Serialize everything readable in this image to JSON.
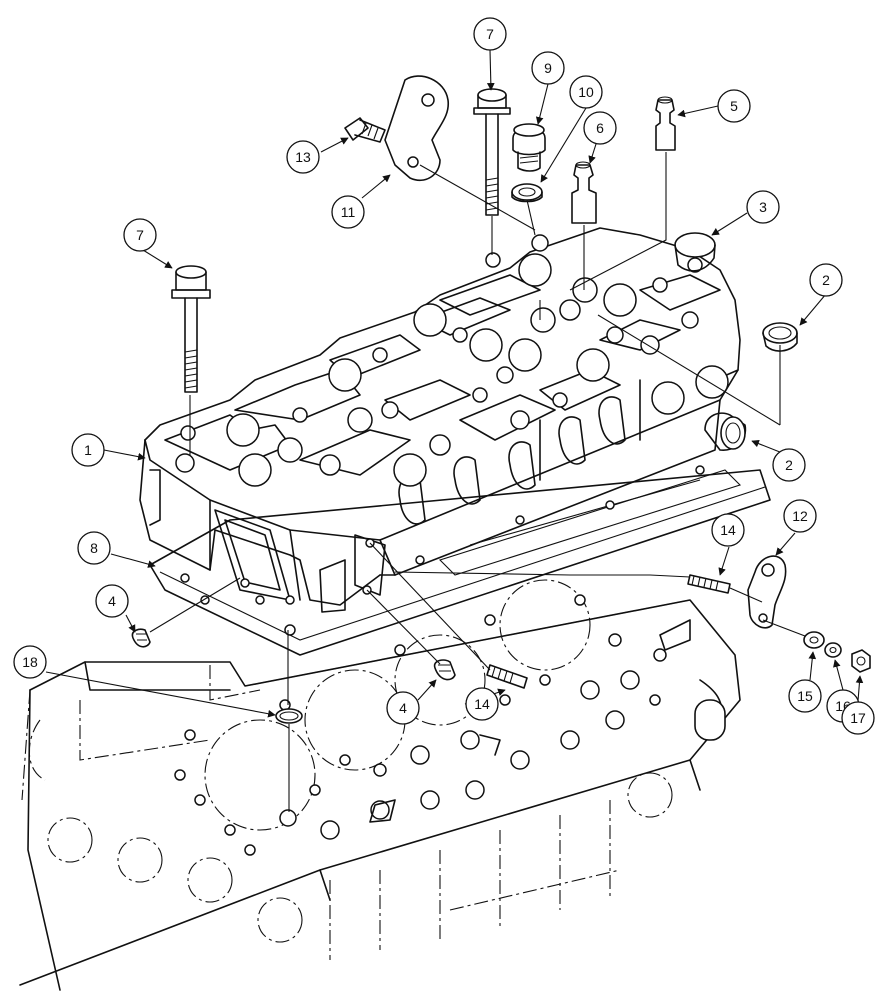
{
  "callouts": [
    {
      "id": "c1",
      "label": "1"
    },
    {
      "id": "c2a",
      "label": "2"
    },
    {
      "id": "c2b",
      "label": "2"
    },
    {
      "id": "c3",
      "label": "3"
    },
    {
      "id": "c4a",
      "label": "4"
    },
    {
      "id": "c4b",
      "label": "4"
    },
    {
      "id": "c5",
      "label": "5"
    },
    {
      "id": "c6",
      "label": "6"
    },
    {
      "id": "c7a",
      "label": "7"
    },
    {
      "id": "c7b",
      "label": "7"
    },
    {
      "id": "c8",
      "label": "8"
    },
    {
      "id": "c9",
      "label": "9"
    },
    {
      "id": "c10",
      "label": "10"
    },
    {
      "id": "c11",
      "label": "11"
    },
    {
      "id": "c12",
      "label": "12"
    },
    {
      "id": "c13",
      "label": "13"
    },
    {
      "id": "c14a",
      "label": "14"
    },
    {
      "id": "c14b",
      "label": "14"
    },
    {
      "id": "c15",
      "label": "15"
    },
    {
      "id": "c16",
      "label": "16"
    },
    {
      "id": "c17",
      "label": "17"
    },
    {
      "id": "c18",
      "label": "18"
    }
  ]
}
